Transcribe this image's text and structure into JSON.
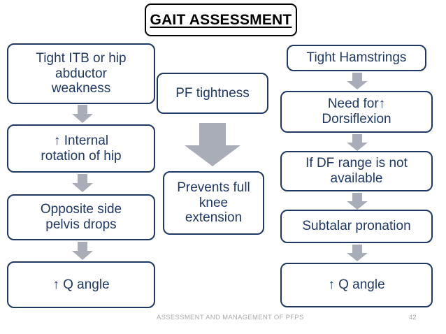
{
  "slide": {
    "title": "GAIT ASSESSMENT",
    "accent_border": "#1F3864",
    "accent_text": "#1F3864",
    "arrow_color": "#A9ADB8",
    "title_border": "#000000",
    "background": "#FFFFFF"
  },
  "footer": {
    "text": "ASSESSMENT AND MANAGEMENT OF PFPS",
    "page_number": "42"
  },
  "columns": {
    "left": {
      "nodes": [
        {
          "text": "Tight ITB or hip\nabductor\nweakness"
        },
        {
          "text": "↑ Internal\nrotation of hip"
        },
        {
          "text": "Opposite side\npelvis drops"
        },
        {
          "text": "↑ Q angle"
        }
      ]
    },
    "middle": {
      "nodes": [
        {
          "text": "PF tightness"
        },
        {
          "text": "Prevents full\nknee\nextension"
        }
      ]
    },
    "right": {
      "nodes": [
        {
          "text": "Tight Hamstrings"
        },
        {
          "text": "Need for↑\nDorsiflexion"
        },
        {
          "text": "If DF range is not\navailable"
        },
        {
          "text": "Subtalar pronation"
        },
        {
          "text": "↑ Q angle"
        }
      ]
    }
  }
}
